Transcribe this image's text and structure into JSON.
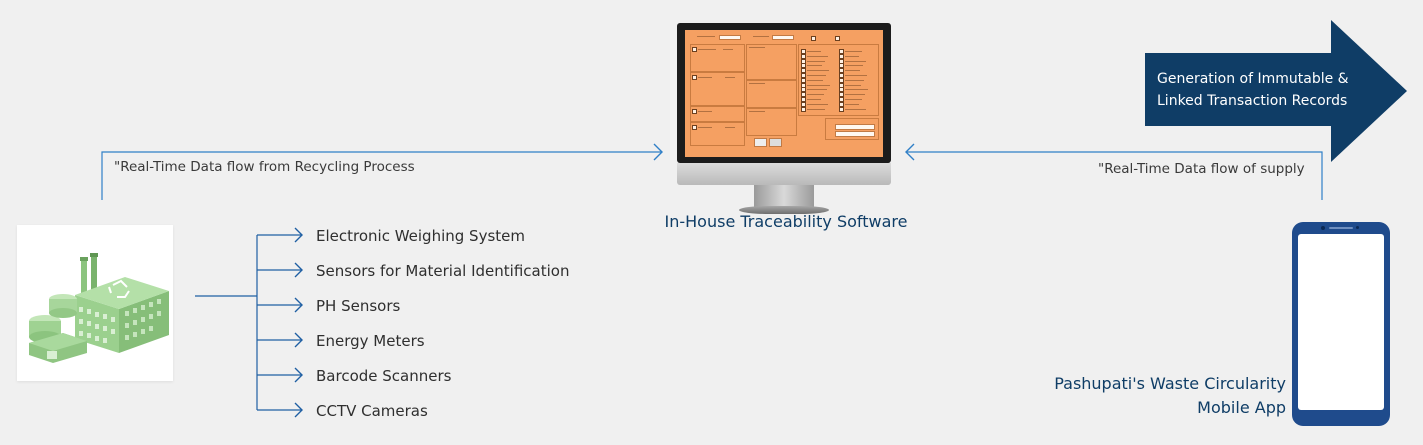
{
  "flows": {
    "left_label": "\"Real-Time Data flow from Recycling Process",
    "right_label": "\"Real-Time Data flow of supply"
  },
  "sensors": [
    "Electronic Weighing System",
    "Sensors for Material Identification",
    "PH Sensors",
    "Energy Meters",
    "Barcode Scanners",
    "CCTV Cameras"
  ],
  "software": {
    "title": "In-House Traceability Software"
  },
  "blockchain": {
    "line1": "Generation of Immutable &",
    "line2": "Linked Transaction Records"
  },
  "mobile_app": {
    "line1": "Pashupati's Waste Circularity",
    "line2": "Mobile App"
  },
  "colors": {
    "background": "#f0f0f0",
    "navy": "#0f3d66",
    "connector_blue": "#2f7fc7",
    "screen_orange": "#f5a062",
    "factory_green": "#7dba72",
    "phone_blue": "#1f4b8c"
  },
  "icons": {
    "factory": "recycling-factory-icon",
    "monitor": "desktop-monitor-icon",
    "phone": "smartphone-icon"
  }
}
